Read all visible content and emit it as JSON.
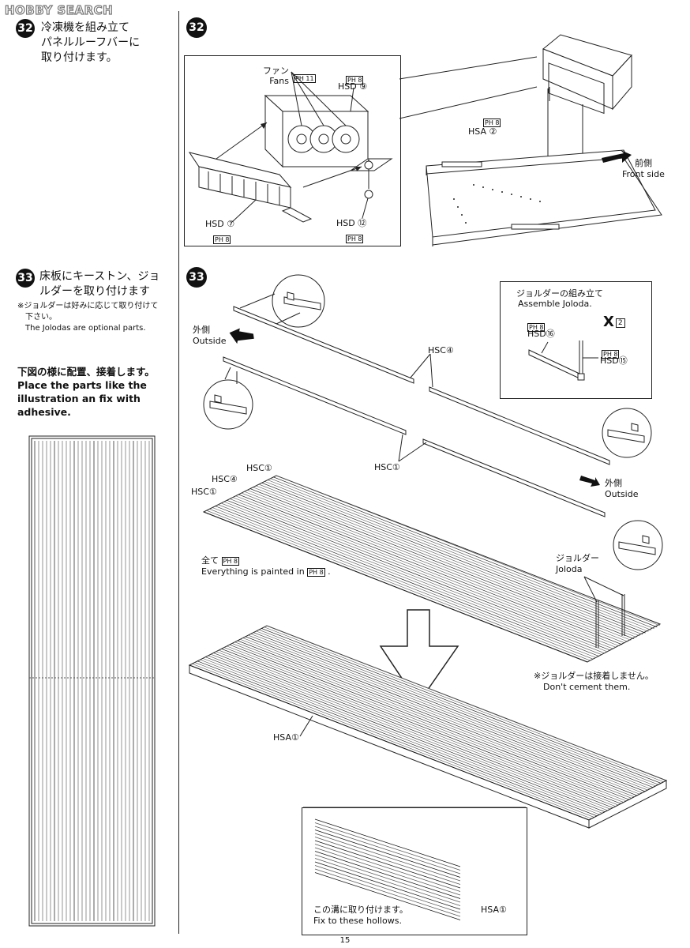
{
  "watermark": "HOBBY SEARCH",
  "step32": {
    "number": "32",
    "text_lines": [
      "冷凍機を組み立て",
      "パネルルーフバーに",
      "取り付けます。"
    ],
    "fan_label_jp": "ファン",
    "fan_label_en": "Fans",
    "fan_paint": "PH 11",
    "part_hsd9": "HSD ⑨",
    "part_hsd9_paint": "PH 8",
    "part_hsd7": "HSD ⑦",
    "part_hsd7_paint": "PH 8",
    "part_hsd12": "HSD ⑫",
    "part_hsd12_paint": "PH 8",
    "part_hsa2": "HSA ②",
    "part_hsa2_paint": "PH 8",
    "front_jp": "前側",
    "front_en": "Front side"
  },
  "step33": {
    "number": "33",
    "heading_line1": "床板にキーストン、ジョ",
    "heading_line2": "ルダーを取り付けます",
    "note_jp_line1": "※ジョルダーは好みに応じて取り付けて",
    "note_jp_line2": "下さい。",
    "note_en": "The Jolodas are optional parts.",
    "place_jp": "下図の様に配置、接着します。",
    "place_en_lines": [
      "Place the parts like the",
      "illustration an fix with",
      "adhesive."
    ],
    "outside_jp": "外側",
    "outside_en": "Outside",
    "hsc4": "HSC④",
    "hsc1": "HSC①",
    "all_paint_jp": "全て",
    "all_paint_code": "PH 8",
    "all_paint_en": "Everything is painted in",
    "joloda_jp": "ジョルダー",
    "joloda_en": "Joloda",
    "no_cement_jp": "※ジョルダーは接着しません。",
    "no_cement_en": "Don't cement them.",
    "hsa1": "HSA①",
    "assemble_jp": "ジョルダーの組み立て",
    "assemble_en": "Assemble Joloda.",
    "assemble_count": "X",
    "assemble_count_num": "2",
    "hsd16": "HSD⑯",
    "hsd15": "HSD⑮",
    "hollow_jp": "この溝に取り付けます。",
    "hollow_en": "Fix to these hollows.",
    "hollow_part": "HSA①",
    "paint_code": "PH 8"
  },
  "page_number": "15"
}
